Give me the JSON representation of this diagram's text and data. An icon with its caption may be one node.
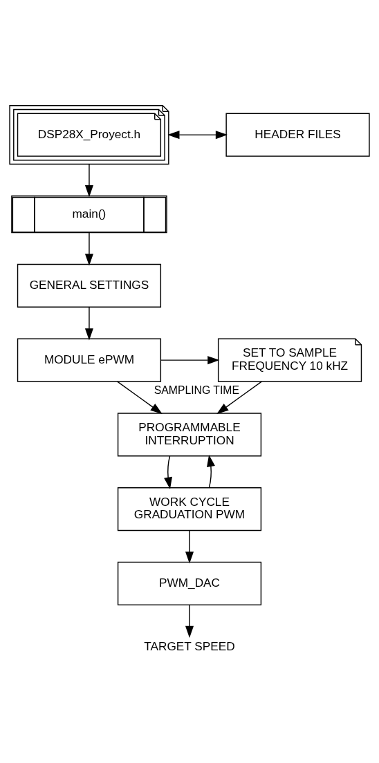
{
  "diagram": {
    "nodes": [
      {
        "text": [
          "DSP28X_Proyect.h"
        ]
      },
      {
        "text": [
          "HEADER FILES"
        ]
      },
      {
        "text": [
          "main()"
        ]
      },
      {
        "text": [
          "GENERAL SETTINGS"
        ]
      },
      {
        "text": [
          "MODULE ePWM"
        ]
      },
      {
        "text": [
          "SET TO SAMPLE FREQUENCY 10 kHZ"
        ]
      },
      {
        "text": [
          "PROGRAMMABLE INTERRUPTION"
        ]
      },
      {
        "text": [
          "WORK CYCLE GRADUATION PWM"
        ]
      },
      {
        "text": [
          "PWM_DAC"
        ]
      },
      {
        "text": [
          "TARGET SPEED"
        ]
      }
    ],
    "edges": [
      {
        "from": 0,
        "to": 1,
        "arrow": "both"
      },
      {
        "from": 0,
        "to": 2,
        "arrow": "to"
      },
      {
        "from": 2,
        "to": 3,
        "arrow": "to"
      },
      {
        "from": 3,
        "to": 4,
        "arrow": "to"
      },
      {
        "from": 4,
        "to": 5,
        "arrow": "to"
      },
      {
        "from": 5,
        "to": 6,
        "arrow": "to",
        "label": "SAMPLING TIME"
      },
      {
        "from": 4,
        "to": 6,
        "arrow": "to"
      },
      {
        "from": 6,
        "to": 7,
        "arrow": "to"
      },
      {
        "from": 7,
        "to": 6,
        "arrow": "to"
      },
      {
        "from": 7,
        "to": 8,
        "arrow": "to"
      },
      {
        "from": 8,
        "to": 9,
        "arrow": "to"
      }
    ]
  }
}
